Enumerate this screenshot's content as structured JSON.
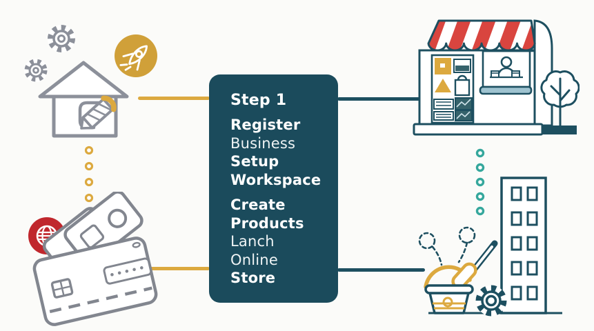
{
  "title": "Business setup step infographic",
  "card": {
    "step_label": "Step 1",
    "lines": [
      {
        "text": "Register",
        "weight": "bold"
      },
      {
        "text": "Business",
        "weight": "regular"
      },
      {
        "text": "Setup",
        "weight": "bold"
      },
      {
        "text": "Workspace",
        "weight": "bold"
      },
      {
        "text": "Create",
        "weight": "bold"
      },
      {
        "text": "Products",
        "weight": "bold"
      },
      {
        "text": "Lanch",
        "weight": "regular"
      },
      {
        "text": "Online",
        "weight": "regular"
      },
      {
        "text": "Store",
        "weight": "bold"
      }
    ]
  },
  "colors": {
    "background": "#FBFBF9",
    "card_background": "#1B4B5C",
    "card_text": "#FFFFFF",
    "outline_teal": "#1D4F60",
    "gold": "#DCA93F",
    "awning_red": "#D9453F",
    "globe_red": "#C0272D",
    "teal_dots": "#35A79C",
    "gray_outline": "#8C909A",
    "card_gray_outline": "#82868F",
    "ledge_blue": "#9FC3D0",
    "shelf_image_teal": "#35626B"
  },
  "icons": {
    "top_left": [
      "gear-icon",
      "gear-icon",
      "house-icon",
      "pencil-icon",
      "rocket-badge-icon"
    ],
    "bottom_left": [
      "globe-badge-icon",
      "credit-cards-icon"
    ],
    "top_right": [
      "storefront-icon",
      "awning-icon",
      "shopkeeper-window-icon",
      "shelf-icon",
      "tree-icon"
    ],
    "bottom_right": [
      "building-icon",
      "bucket-icon",
      "paint-roller-icon",
      "cog-icon",
      "dashed-curl-icon"
    ],
    "connectors": [
      "gold-line",
      "teal-line",
      "gold-dotted-line",
      "teal-dotted-line"
    ]
  }
}
